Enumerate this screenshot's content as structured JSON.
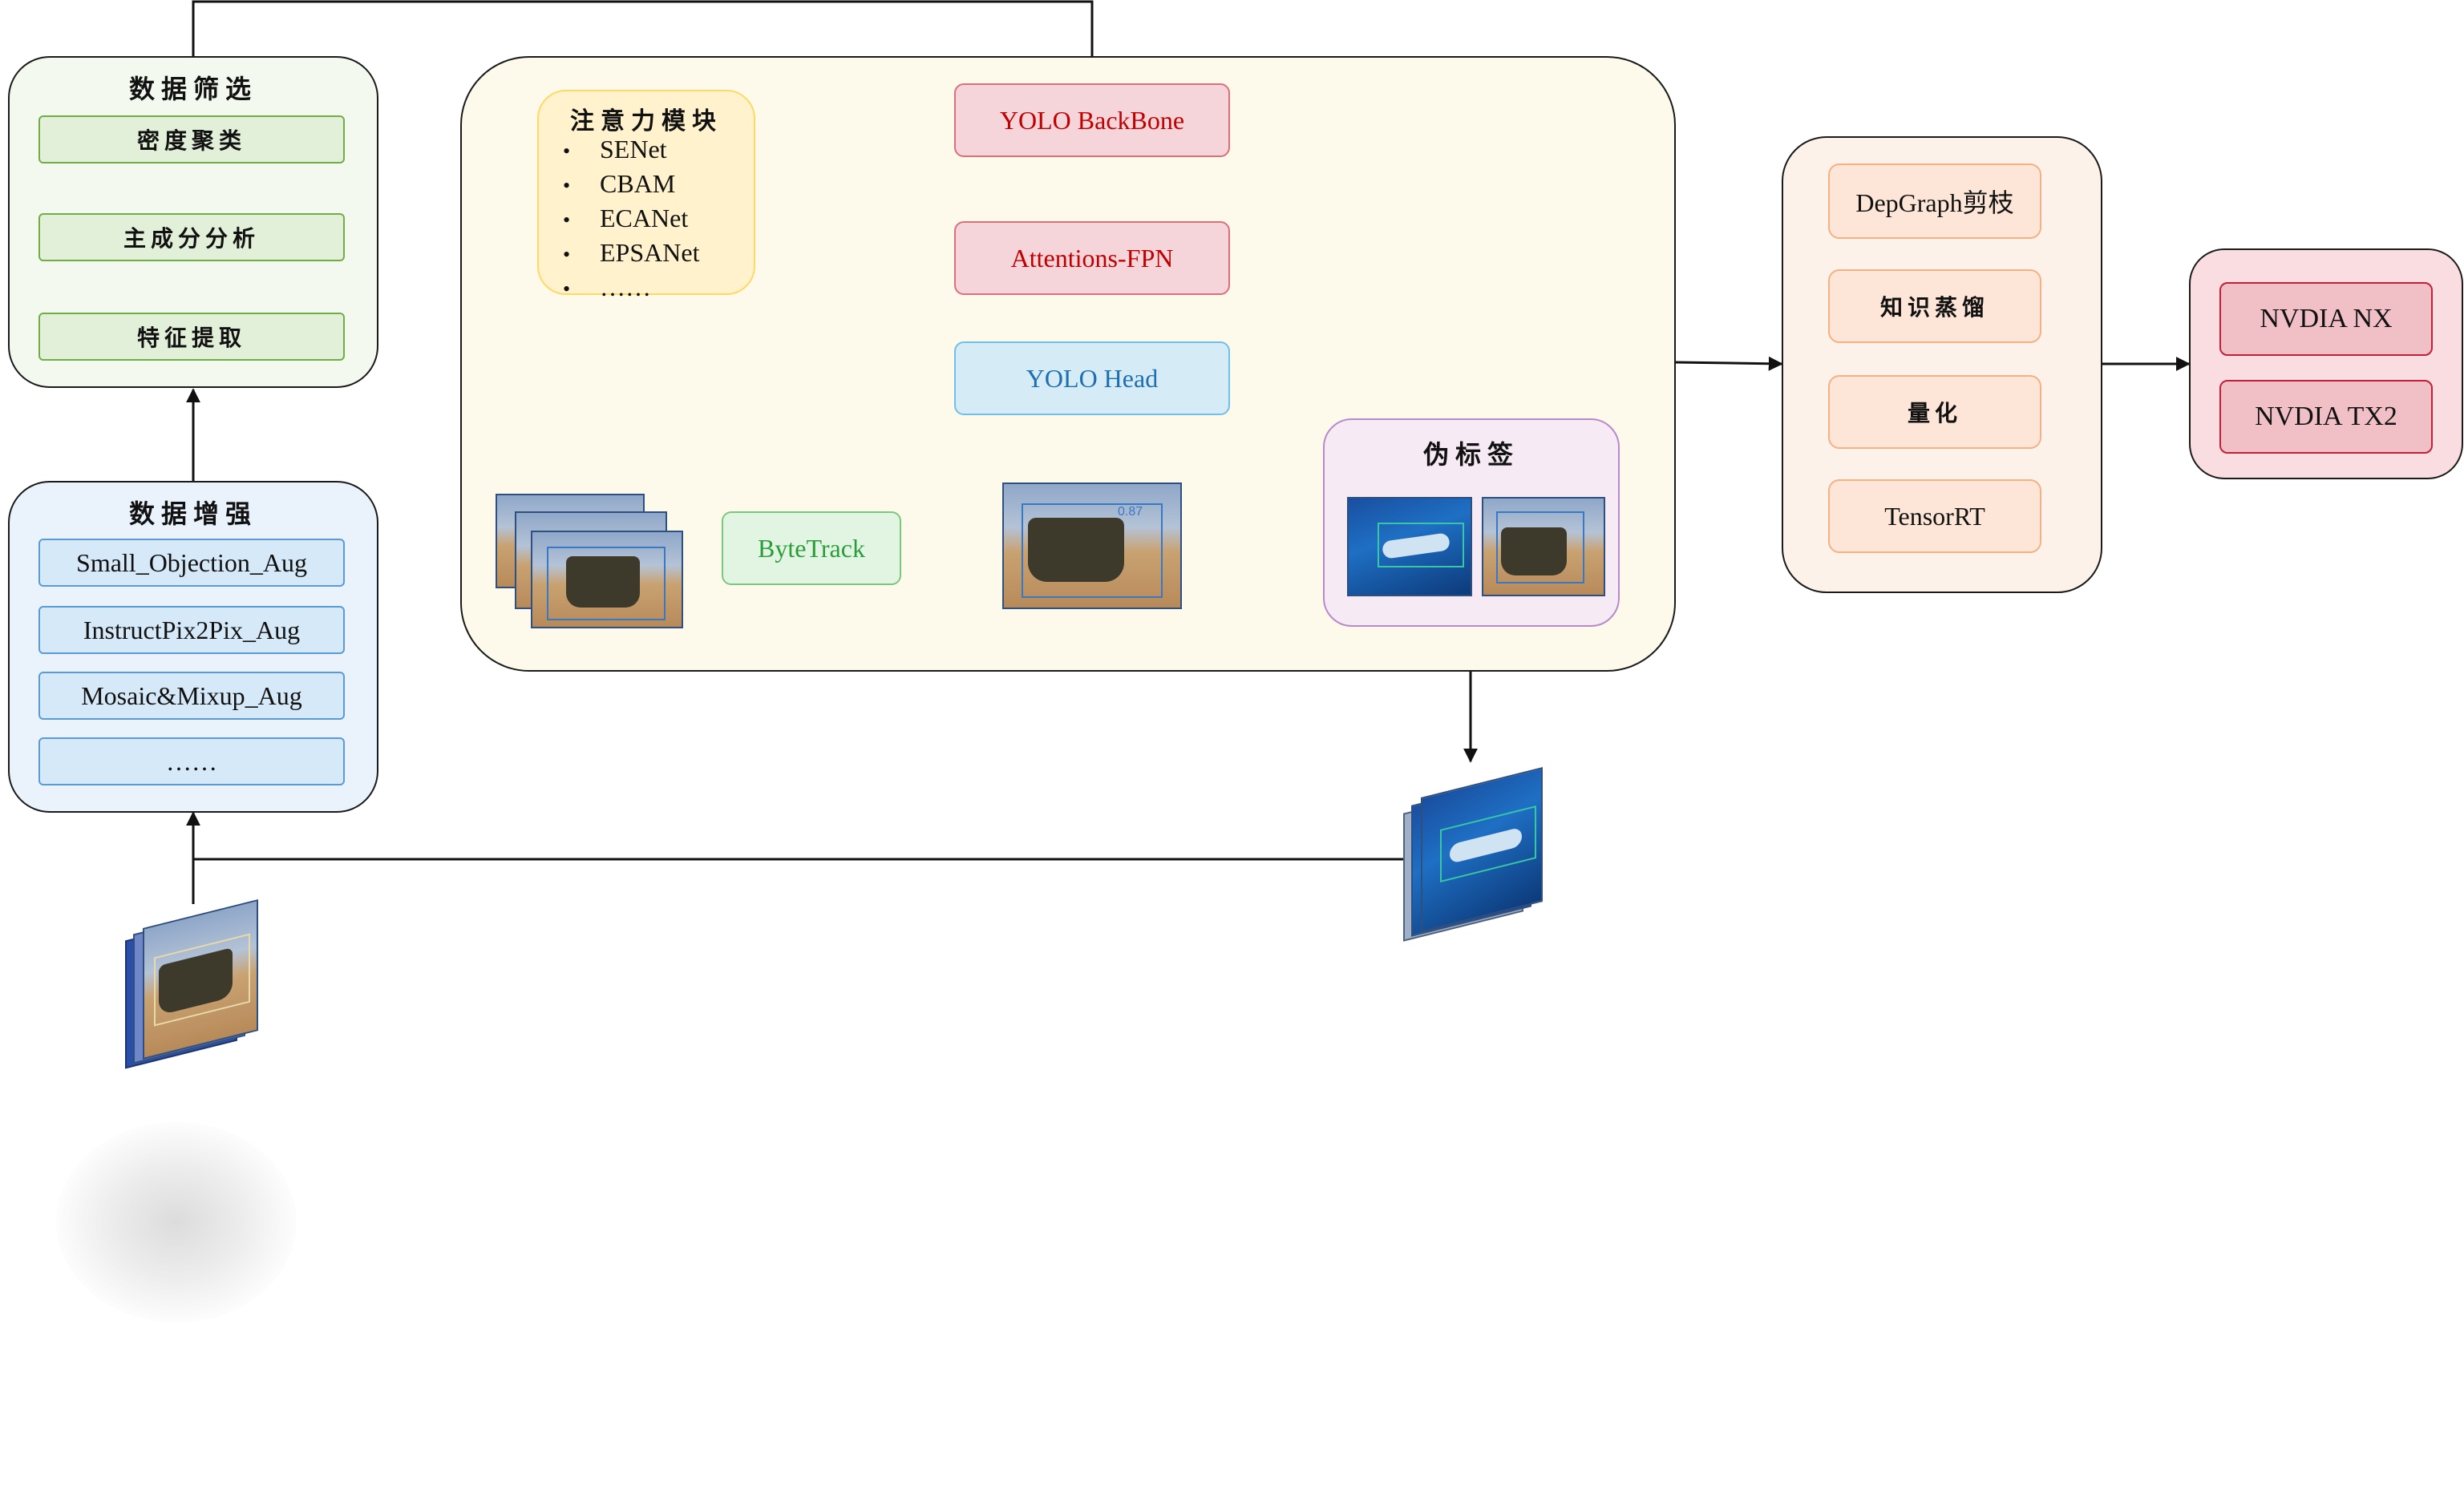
{
  "filter_panel": {
    "title": "数据筛选",
    "items": [
      "密度聚类",
      "主成分分析",
      "特征提取"
    ]
  },
  "augment_panel": {
    "title": "数据增强",
    "items": [
      "Small_Objection_Aug",
      "InstructPix2Pix_Aug",
      "Mosaic&Mixup_Aug",
      "……"
    ]
  },
  "attention_panel": {
    "title": "注意力模块",
    "items": [
      "SENet",
      "CBAM",
      "ECANet",
      "EPSANet",
      "……"
    ]
  },
  "model": {
    "backbone": "YOLO BackBone",
    "fpn": "Attentions-FPN",
    "head": "YOLO Head",
    "tracker": "ByteTrack",
    "detection_score": "0.87"
  },
  "pseudo_label": {
    "title": "伪标签"
  },
  "compression_panel": {
    "items": [
      "DepGraph剪枝",
      "知识蒸馏",
      "量化",
      "TensorRT"
    ]
  },
  "deploy_panel": {
    "items": [
      "NVDIA NX",
      "NVDIA TX2"
    ]
  },
  "colors": {
    "green_fill": "#e2f0d9",
    "blue_fill": "#d6e9f8",
    "yellow_panel": "#fefaeb",
    "red_text": "#c00000",
    "blue_text": "#1e6fb0",
    "green_text": "#2a9d3a"
  }
}
